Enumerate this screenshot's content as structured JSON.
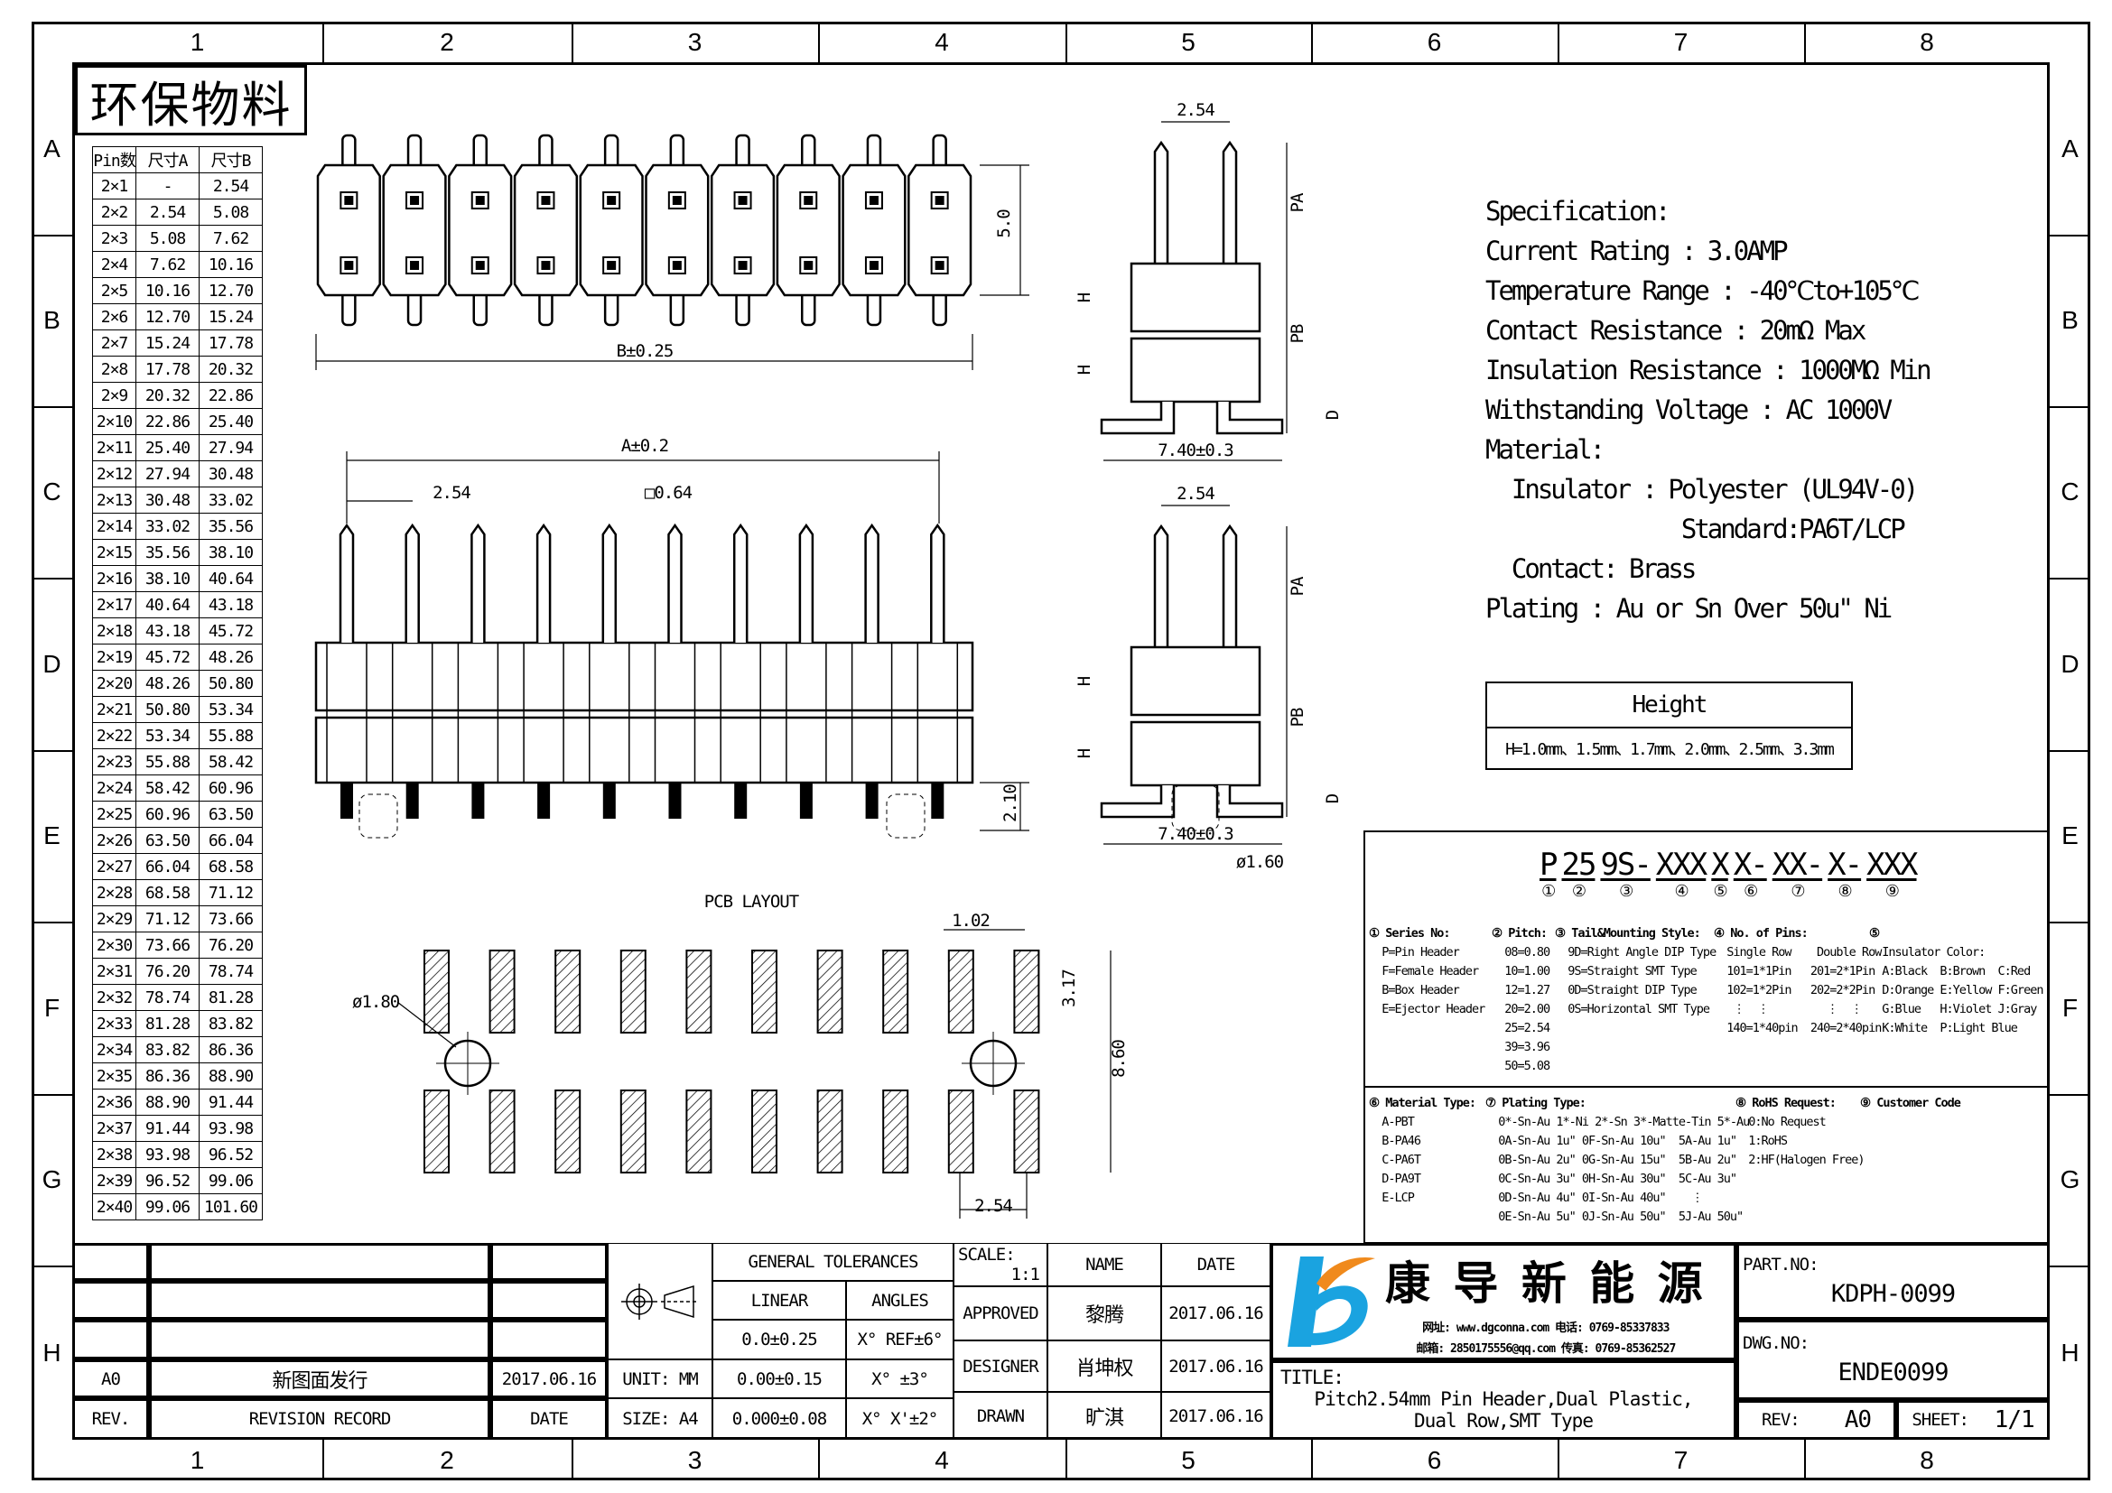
{
  "border": {
    "columns": [
      "1",
      "2",
      "3",
      "4",
      "5",
      "6",
      "7",
      "8"
    ],
    "rows": [
      "A",
      "B",
      "C",
      "D",
      "E",
      "F",
      "G",
      "H"
    ]
  },
  "stamp": "环保物料",
  "pin_table": {
    "headers": [
      "Pin数",
      "尺寸A",
      "尺寸B"
    ],
    "rows": [
      [
        "2×1",
        "-",
        "2.54"
      ],
      [
        "2×2",
        "2.54",
        "5.08"
      ],
      [
        "2×3",
        "5.08",
        "7.62"
      ],
      [
        "2×4",
        "7.62",
        "10.16"
      ],
      [
        "2×5",
        "10.16",
        "12.70"
      ],
      [
        "2×6",
        "12.70",
        "15.24"
      ],
      [
        "2×7",
        "15.24",
        "17.78"
      ],
      [
        "2×8",
        "17.78",
        "20.32"
      ],
      [
        "2×9",
        "20.32",
        "22.86"
      ],
      [
        "2×10",
        "22.86",
        "25.40"
      ],
      [
        "2×11",
        "25.40",
        "27.94"
      ],
      [
        "2×12",
        "27.94",
        "30.48"
      ],
      [
        "2×13",
        "30.48",
        "33.02"
      ],
      [
        "2×14",
        "33.02",
        "35.56"
      ],
      [
        "2×15",
        "35.56",
        "38.10"
      ],
      [
        "2×16",
        "38.10",
        "40.64"
      ],
      [
        "2×17",
        "40.64",
        "43.18"
      ],
      [
        "2×18",
        "43.18",
        "45.72"
      ],
      [
        "2×19",
        "45.72",
        "48.26"
      ],
      [
        "2×20",
        "48.26",
        "50.80"
      ],
      [
        "2×21",
        "50.80",
        "53.34"
      ],
      [
        "2×22",
        "53.34",
        "55.88"
      ],
      [
        "2×23",
        "55.88",
        "58.42"
      ],
      [
        "2×24",
        "58.42",
        "60.96"
      ],
      [
        "2×25",
        "60.96",
        "63.50"
      ],
      [
        "2×26",
        "63.50",
        "66.04"
      ],
      [
        "2×27",
        "66.04",
        "68.58"
      ],
      [
        "2×28",
        "68.58",
        "71.12"
      ],
      [
        "2×29",
        "71.12",
        "73.66"
      ],
      [
        "2×30",
        "73.66",
        "76.20"
      ],
      [
        "2×31",
        "76.20",
        "78.74"
      ],
      [
        "2×32",
        "78.74",
        "81.28"
      ],
      [
        "2×33",
        "81.28",
        "83.82"
      ],
      [
        "2×34",
        "83.82",
        "86.36"
      ],
      [
        "2×35",
        "86.36",
        "88.90"
      ],
      [
        "2×36",
        "88.90",
        "91.44"
      ],
      [
        "2×37",
        "91.44",
        "93.98"
      ],
      [
        "2×38",
        "93.98",
        "96.52"
      ],
      [
        "2×39",
        "96.52",
        "99.06"
      ],
      [
        "2×40",
        "99.06",
        "101.60"
      ]
    ]
  },
  "drawing": {
    "top_view": {
      "dim_height": "5.0",
      "dim_width": "B±0.25"
    },
    "front_view": {
      "dim_a": "A±0.2",
      "dim_pitch": "2.54",
      "dim_pin": "□0.64",
      "dim_tail": "2.10"
    },
    "side_view_1": {
      "pitch": "2.54",
      "pa": "PA",
      "pb": "PB",
      "h1": "H",
      "h2": "H",
      "d": "D",
      "width": "7.40±0.3"
    },
    "side_view_2": {
      "pitch": "2.54",
      "pa": "PA",
      "pb": "PB",
      "h1": "H",
      "h2": "H",
      "d": "D",
      "width": "7.40±0.3",
      "post": "ø1.60"
    },
    "pcb": {
      "title": "PCB LAYOUT",
      "hole": "ø1.80",
      "pad_w": "1.02",
      "pad_len": "3.17",
      "row_span": "8.60",
      "pitch": "2.54"
    }
  },
  "spec": {
    "lines": [
      "Specification:",
      "Current Rating : 3.0AMP",
      "Temperature Range : -40℃to+105℃",
      "Contact Resistance : 20mΩ Max",
      "Insulation Resistance : 1000MΩ Min",
      "Withstanding Voltage : AC 1000V",
      "Material:",
      "  Insulator : Polyester (UL94V-0)",
      "               Standard:PA6T/LCP",
      "  Contact: Brass",
      "Plating : Au or Sn Over 50u\" Ni"
    ]
  },
  "height": {
    "title": "Height",
    "values": "H=1.0mm、1.5mm、1.7mm、2.0mm、2.5mm、3.3mm"
  },
  "part_code": {
    "segments": [
      {
        "t": "P",
        "n": "①"
      },
      {
        "t": "25",
        "n": "②"
      },
      {
        "t": "9S-",
        "n": "③"
      },
      {
        "t": "XXX",
        "n": "④"
      },
      {
        "t": "X",
        "n": "⑤"
      },
      {
        "t": "X-",
        "n": "⑥"
      },
      {
        "t": "XX-",
        "n": "⑦"
      },
      {
        "t": "X-",
        "n": "⑧"
      },
      {
        "t": "XXX",
        "n": "⑨"
      }
    ]
  },
  "legend": {
    "series": [
      "① Series No:",
      "  P=Pin Header",
      "  F=Female Header",
      "  B=Box Header",
      "  E=Ejector Header"
    ],
    "pitch": [
      "② Pitch:",
      "  08=0.80",
      "  10=1.00",
      "  12=1.27",
      "  20=2.00",
      "  25=2.54",
      "  39=3.96",
      "  50=5.08"
    ],
    "tail": [
      "③ Tail&Mounting Style:",
      "  9D=Right Angle DIP Type",
      "  9S=Straight SMT Type",
      "  0D=Straight DIP Type",
      "  0S=Horizontal SMT Type"
    ],
    "pins": [
      "④ No. of Pins:",
      "  Single Row    Double Row",
      "  101=1*1Pin   201=2*1Pin",
      "  102=1*2Pin   202=2*2Pin",
      "   ⋮  ⋮         ⋮  ⋮",
      "  140=1*40pin  240=2*40pin"
    ],
    "color": [
      "⑤",
      "  Insulator Color:",
      "  A:Black  B:Brown  C:Red",
      "  D:Orange E:Yellow F:Green",
      "  G:Blue   H:Violet J:Gray",
      "  K:White  P:Light Blue"
    ],
    "material": [
      "⑥ Material Type:",
      "  A-PBT",
      "  B-PA46",
      "  C-PA6T",
      "  D-PA9T",
      "  E-LCP"
    ],
    "plating": [
      "⑦ Plating Type:",
      "  0*-Sn-Au 1*-Ni 2*-Sn 3*-Matte-Tin 5*-Au",
      "  0A-Sn-Au 1u\" 0F-Sn-Au 10u\"  5A-Au 1u\"",
      "  0B-Sn-Au 2u\" 0G-Sn-Au 15u\"  5B-Au 2u\"",
      "  0C-Sn-Au 3u\" 0H-Sn-Au 30u\"  5C-Au 3u\"",
      "  0D-Sn-Au 4u\" 0I-Sn-Au 40u\"    ⋮",
      "  0E-Sn-Au 5u\" 0J-Sn-Au 50u\"  5J-Au 50u\""
    ],
    "rohs": [
      "⑧ RoHS Request:",
      "  0:No Request",
      "  1:RoHS",
      "  2:HF(Halogen Free)"
    ],
    "customer": [
      "⑨ Customer Code"
    ]
  },
  "title_block": {
    "revision": {
      "rev": "A0",
      "record": "新图面发行",
      "date": "2017.06.16",
      "hdr_rev": "REV.",
      "hdr_record": "REVISION RECORD",
      "hdr_date": "DATE"
    },
    "unit": "UNIT: MM",
    "size": "SIZE: A4",
    "tolerances": {
      "title": "GENERAL TOLERANCES",
      "linear": "LINEAR",
      "angles": "ANGLES",
      "rows": [
        [
          "0.0±0.25",
          "X° REF±6°"
        ],
        [
          "0.00±0.15",
          "X° ±3°"
        ],
        [
          "0.000±0.08",
          "X° X'±2°"
        ]
      ]
    },
    "scale_label": "SCALE:",
    "scale": "1:1",
    "name_hdr": "NAME",
    "date_hdr": "DATE",
    "approved": {
      "label": "APPROVED",
      "name": "黎腾",
      "date": "2017.06.16"
    },
    "designer": {
      "label": "DESIGNER",
      "name": "肖坤权",
      "date": "2017.06.16"
    },
    "drawn": {
      "label": "DRAWN",
      "name": "旷淇",
      "date": "2017.06.16"
    },
    "company": "康 导 新 能 源",
    "contact1": "网址: www.dgconna.com  电话: 0769-85337833",
    "contact2": "邮箱: 2850175556@qq.com  传真: 0769-85362527",
    "title_label": "TITLE:",
    "title1": "Pitch2.54mm Pin Header,Dual Plastic,",
    "title2": "Dual Row,SMT Type",
    "part_no_label": "PART.NO:",
    "part_no": "KDPH-0099",
    "dwg_no_label": "DWG.NO:",
    "dwg_no": "ENDE0099",
    "rev_label": "REV:",
    "rev": "A0",
    "sheet_label": "SHEET:",
    "sheet": "1/1",
    "colors": {
      "logo_blue": "#1aa3e0",
      "logo_orange": "#f08a1c"
    }
  }
}
